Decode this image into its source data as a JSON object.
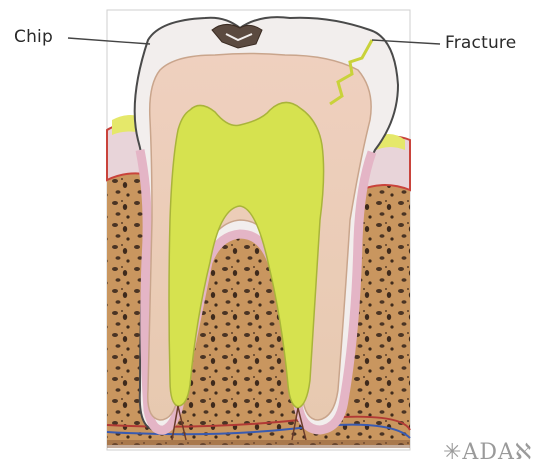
{
  "figure": {
    "labels": {
      "chip": "Chip",
      "fracture": "Fracture"
    },
    "watermark": "✳ADAℵ"
  },
  "colors": {
    "enamel": "#f1efee",
    "dentin": "#eccfbf",
    "pulp": "#d7e24c",
    "bone": "#c08a5c",
    "gum": "#e3b6c3",
    "gum_line": "#c9433b",
    "leader_line": "#444444"
  }
}
